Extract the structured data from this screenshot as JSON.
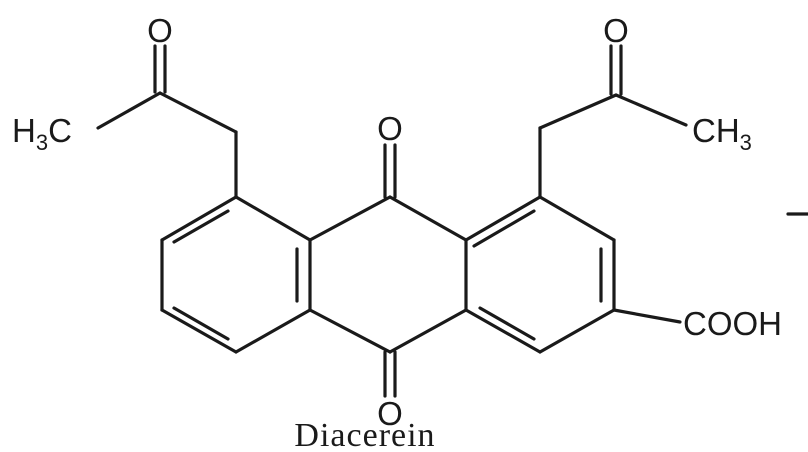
{
  "diagram": {
    "caption": "Diacerein",
    "labels": {
      "methyl_left": {
        "main": "H",
        "sub": "3",
        "tail": "C"
      },
      "methyl_right": {
        "main": "CH",
        "sub": "3"
      },
      "carboxyl": "COOH",
      "oxygen": "O"
    }
  }
}
